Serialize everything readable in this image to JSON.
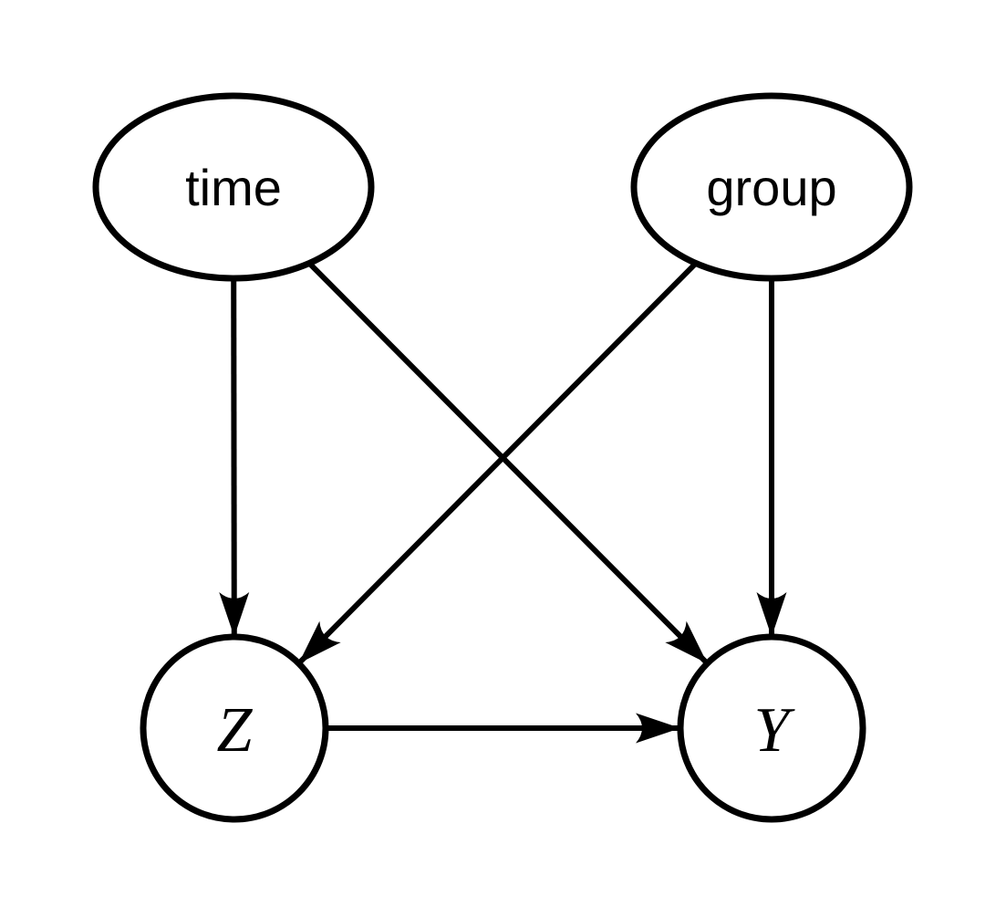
{
  "diagram": {
    "kind": "directed-acyclic-graph",
    "background_color": "#ffffff",
    "stroke_color": "#000000",
    "nodes": [
      {
        "id": "time",
        "label": "time",
        "shape": "ellipse",
        "label_style": "sans"
      },
      {
        "id": "group",
        "label": "group",
        "shape": "ellipse",
        "label_style": "sans"
      },
      {
        "id": "Z",
        "label": "Z",
        "shape": "circle",
        "label_style": "math-italic"
      },
      {
        "id": "Y",
        "label": "Y",
        "shape": "circle",
        "label_style": "math-italic"
      }
    ],
    "edges": [
      {
        "from": "time",
        "to": "Z"
      },
      {
        "from": "time",
        "to": "Y"
      },
      {
        "from": "group",
        "to": "Z"
      },
      {
        "from": "group",
        "to": "Y"
      },
      {
        "from": "Z",
        "to": "Y"
      }
    ]
  }
}
